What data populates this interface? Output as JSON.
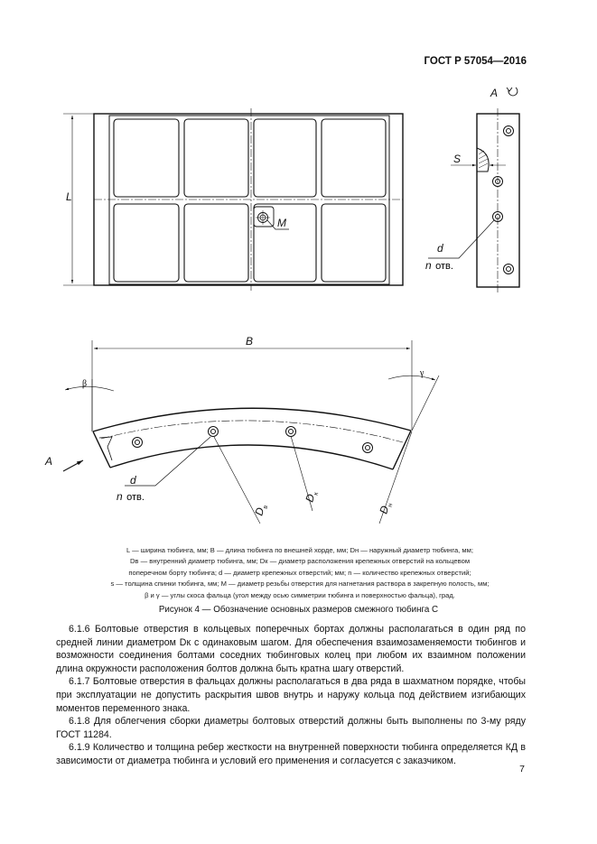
{
  "header": {
    "standard": "ГОСТ Р 57054—2016"
  },
  "figure": {
    "labels": {
      "A": "A",
      "L": "L",
      "M": "M",
      "S": "S",
      "d": "d",
      "n": "n",
      "otv": "отв.",
      "B": "B",
      "beta": "β",
      "gamma": "γ",
      "D": "D",
      "sub_v": "в",
      "sub_k": "к",
      "sub_n": "н"
    },
    "legend": [
      "L — ширина тюбинга, мм; B — длина тюбинга по внешней хорде, мм; Dн — наружный диаметр тюбинга, мм;",
      "Dв — внутренний диаметр тюбинга, мм; Dк — диаметр расположения крепежных отверстий на кольцевом",
      "поперечном борту тюбинга; d — диаметр крепежных отверстий; мм; n — количество крепежных отверстий;",
      "s — толщина спинки тюбинга, мм; M — диаметр резьбы отверстия для нагнетания раствора в закрепную полость, мм;",
      "β и γ — углы скоса фальца (угол между осью симметрии тюбинга и поверхностью фальца), град."
    ],
    "caption": "Рисунок 4 — Обозначение основных размеров смежного тюбинга С"
  },
  "paragraphs": [
    "6.1.6 Болтовые отверстия в кольцевых поперечных бортах должны располагаться в один ряд по средней линии диаметром Dк с одинаковым шагом. Для обеспечения взаимозаменяемости тюбингов и возможности соединения болтами соседних тюбинговых колец при любом их взаимном положении длина окружности расположения болтов должна быть кратна шагу отверстий.",
    "6.1.7 Болтовые отверстия в фальцах должны располагаться в два ряда в шахматном порядке, чтобы при эксплуатации не допустить раскрытия швов внутрь и наружу кольца под действием изгибающих моментов переменного знака.",
    "6.1.8 Для облегчения сборки диаметры болтовых отверстий должны быть выполнены по 3-му ряду ГОСТ 11284.",
    "6.1.9 Количество и толщина ребер жесткости на внутренней поверхности тюбинга определяется КД в зависимости от диаметра тюбинга и условий его применения и согласуется с заказчиком."
  ],
  "page_number": "7"
}
